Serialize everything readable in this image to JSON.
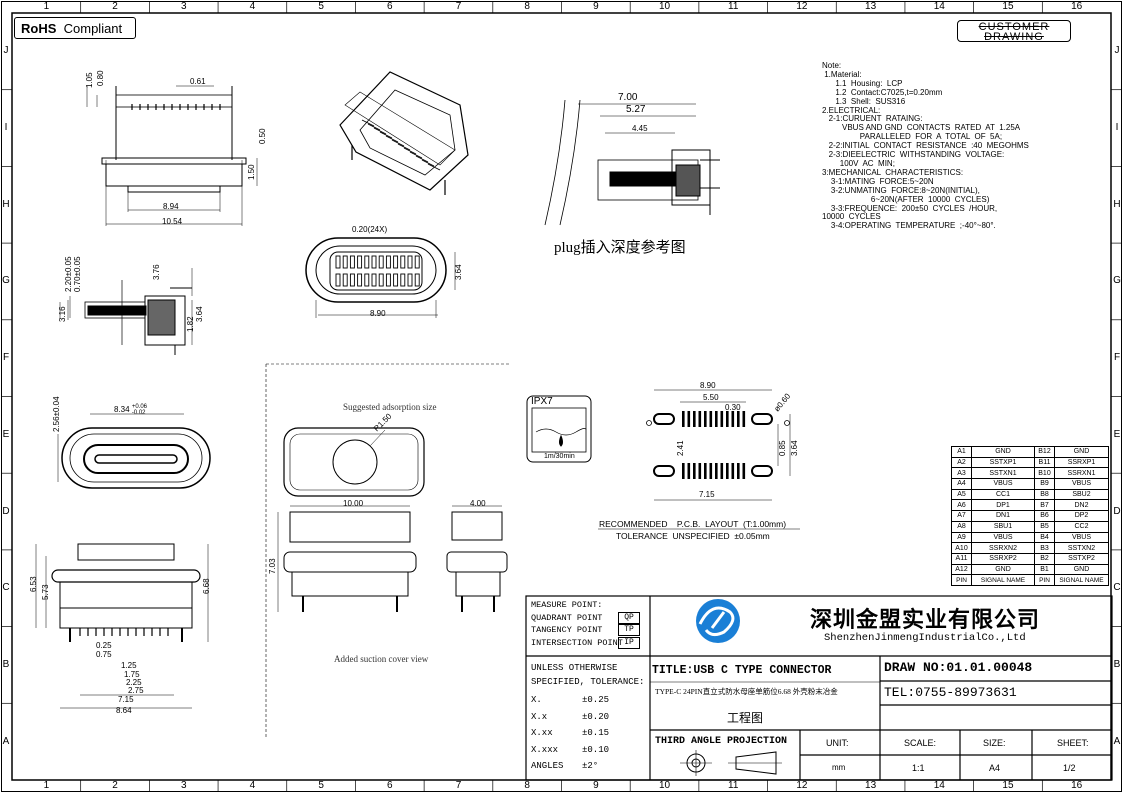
{
  "header": {
    "rohs": {
      "bold": "RoHS",
      "rest": "Compliant"
    },
    "customer_drawing": [
      "CUSTOMER",
      "DRAWING"
    ]
  },
  "zones": {
    "columns": [
      "1",
      "2",
      "3",
      "4",
      "5",
      "6",
      "7",
      "8",
      "9",
      "10",
      "11",
      "12",
      "13",
      "14",
      "15",
      "16"
    ],
    "rows": [
      "J",
      "I",
      "H",
      "G",
      "F",
      "E",
      "D",
      "C",
      "B",
      "A"
    ]
  },
  "notes": [
    "Note:",
    " 1.Material:",
    "      1.1  Housing:  LCP",
    "      1.2  Contact:C7025,t=0.20mm",
    "      1.3  Shell:  SUS316",
    "2.ELECTRICAL:",
    "   2-1:CURUENT  RATAING:",
    "         VBUS AND GND  CONTACTS  RATED  AT  1.25A",
    "                 PARALLELED  FOR  A  TOTAL  OF  5A;",
    "   2-2:INITIAL  CONTACT  RESISTANCE  :40  MEGOHMS",
    "   2-3:DIEELECTRIC  WITHSTANDING  VOLTAGE:",
    "        100V  AC  MIN;",
    "3:MECHANICAL  CHARACTERISTICS:",
    "    3-1:MATING  FORCE:5~20N",
    "    3-2:UNMATING  FORCE:8~20N(INITIAL),",
    "                      6~20N(AFTER  10000  CYCLES)",
    "    3-3:FREQUENCE:  200±50  CYCLES  /HOUR,",
    "10000  CYCLES",
    "    3-4:OPERATING  TEMPERATURE  ;-40°~80°."
  ],
  "captions": {
    "plug_depth": "plug插入深度参考图",
    "suggested": "Suggested adsorption size",
    "suction": "Added suction cover view",
    "ipx_rating": "IPX7",
    "ipx_depth": "1m/30min",
    "pcb_title": "RECOMMENDED    P.C.B.  LAYOUT  (T:1.00mm)",
    "pcb_tolerance": "TOLERANCE  UNSPECIFIED  ±0.05mm"
  },
  "dims": {
    "top_view": {
      "d105": "1.05",
      "d080": "0.80",
      "d061": "0.61",
      "d050": "0.50",
      "d150": "1.50",
      "d894": "8.94",
      "d1054": "10.54"
    },
    "iso_bottom": {
      "pitch": "0.20(24X)",
      "width": "8.90",
      "height": "3.64"
    },
    "side_section": {
      "d700": "7.00",
      "d527": "5.27",
      "d445": "4.45"
    },
    "left_section": {
      "d220": "2.20±0.05",
      "d070": "0.70±0.05",
      "d376": "3.76",
      "d316": "3.16",
      "d182": "1.82",
      "d364": "3.64"
    },
    "front_view": {
      "width": "8.34",
      "tol_plus": "+0.06",
      "tol_minus": "-0.02",
      "height": "2.56±0.04"
    },
    "suction": {
      "radius": "R1.50"
    },
    "bottom_front": {
      "d573": "5.73",
      "d653": "6.53",
      "d668": "6.68",
      "d025": "0.25",
      "d075": "0.75",
      "d125": "1.25",
      "d175": "1.75",
      "d225": "2.25",
      "d275": "2.75",
      "d715": "7.15",
      "d864": "8.64"
    },
    "suction_front": {
      "width": "10.00",
      "height": "7.03"
    },
    "suction_side": {
      "width": "4.00"
    },
    "pcb": {
      "d890": "8.90",
      "d550": "5.50",
      "d030": "0.30",
      "d060": "ø0.60",
      "d085": "0.85",
      "d364": "3.64",
      "d241": "2.41",
      "d715": "7.15"
    }
  },
  "pin_table": {
    "rows": [
      [
        "A1",
        "GND",
        "B12",
        "GND"
      ],
      [
        "A2",
        "SSTXP1",
        "B11",
        "SSRXP1"
      ],
      [
        "A3",
        "SSTXN1",
        "B10",
        "SSRXN1"
      ],
      [
        "A4",
        "VBUS",
        "B9",
        "VBUS"
      ],
      [
        "A5",
        "CC1",
        "B8",
        "SBU2"
      ],
      [
        "A6",
        "DP1",
        "B7",
        "DN2"
      ],
      [
        "A7",
        "DN1",
        "B6",
        "DP2"
      ],
      [
        "A8",
        "SBU1",
        "B5",
        "CC2"
      ],
      [
        "A9",
        "VBUS",
        "B4",
        "VBUS"
      ],
      [
        "A10",
        "SSRXN2",
        "B3",
        "SSTXN2"
      ],
      [
        "A11",
        "SSRXP2",
        "B2",
        "SSTXP2"
      ],
      [
        "A12",
        "GND",
        "B1",
        "GND"
      ]
    ],
    "header": [
      "PIN",
      "SIGNAL NAME",
      "PIN",
      "SIGNAL NAME"
    ]
  },
  "title_block": {
    "measure": [
      {
        "label": "MEASURE POINT:",
        "code": ""
      },
      {
        "label": "QUADRANT POINT",
        "code": "QP"
      },
      {
        "label": "TANGENCY POINT",
        "code": "TP"
      },
      {
        "label": "INTERSECTION POINT",
        "code": "IP"
      }
    ],
    "company_cn": "深圳金盟实业有限公司",
    "company_en": "ShenzhenJinmengIndustrialCo.,Ltd",
    "tolerance_head1": "UNLESS OTHERWISE",
    "tolerance_head2": "SPECIFIED, TOLERANCE:",
    "tolerances": [
      [
        "X.",
        "±0.25"
      ],
      [
        "X.x",
        "±0.20"
      ],
      [
        "X.xx",
        "±0.15"
      ],
      [
        "X.xxx",
        "±0.10"
      ],
      [
        "ANGLES",
        "±2°"
      ]
    ],
    "title": "TITLE:USB C TYPE CONNECTOR",
    "subtitle": "TYPE-C 24PIN直立式防水母座单筋位6.68 外壳粉末冶金",
    "drawing_type": "工程图",
    "draw_no": "DRAW NO:01.01.00048",
    "tel": "TEL:0755-89973631",
    "projection": "THIRD ANGLE PROJECTION",
    "unit_label": "UNIT:",
    "unit_value": "mm",
    "scale_label": "SCALE:",
    "scale_value": "1:1",
    "size_label": "SIZE:",
    "size_value": "A4",
    "sheet_label": "SHEET:",
    "sheet_value": "1/2"
  }
}
